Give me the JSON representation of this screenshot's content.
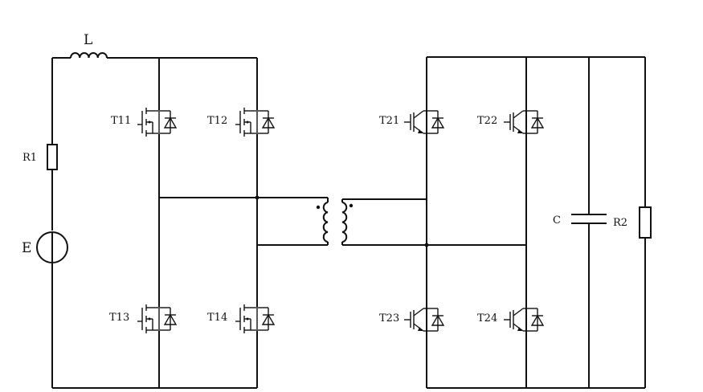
{
  "title": "",
  "labels": {
    "L": "L",
    "R1": "R1",
    "E": "E",
    "T11": "T11",
    "T12": "T12",
    "T13": "T13",
    "T14": "T14",
    "T21": "T21",
    "T22": "T22",
    "T23": "T23",
    "T24": "T24",
    "C": "C",
    "R2": "R2"
  },
  "switches": {
    "primary": [
      "T11",
      "T12",
      "T13",
      "T14"
    ],
    "primary_type": "MOSFET",
    "secondary": [
      "T21",
      "T22",
      "T23",
      "T24"
    ],
    "secondary_type": "IGBT"
  },
  "transformer": {
    "dot_marks": "primary-top, secondary-top"
  },
  "colors": {
    "line": "#111111",
    "background": "#ffffff"
  }
}
